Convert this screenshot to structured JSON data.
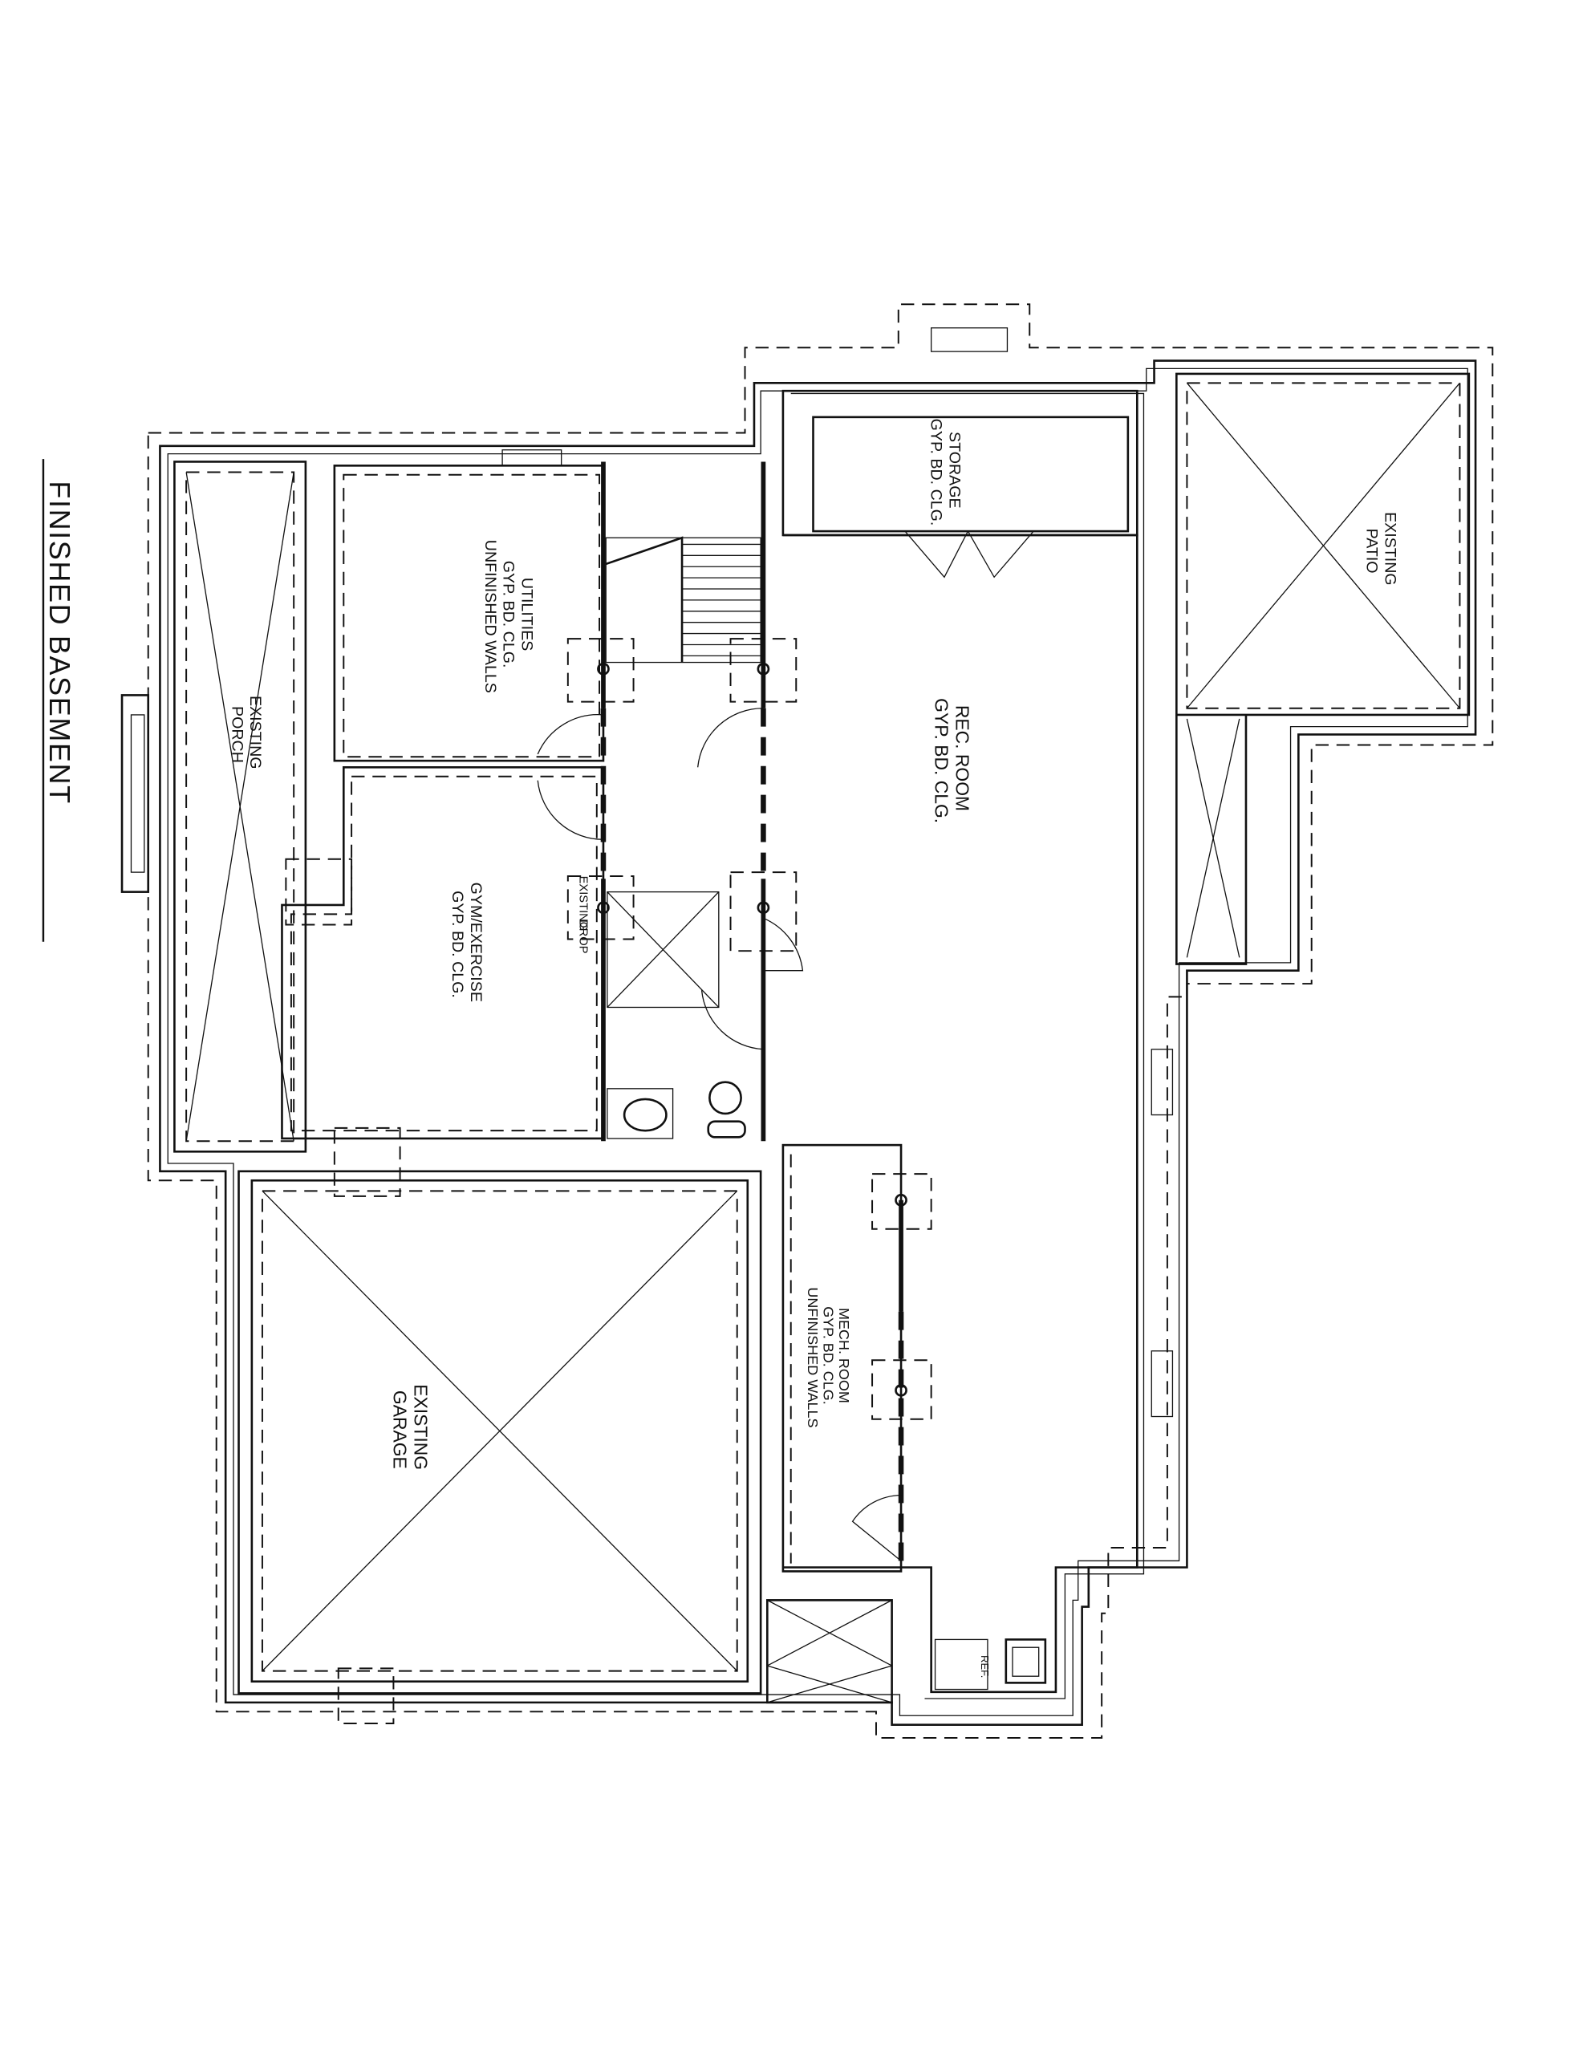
{
  "title": "FINISHED BASEMENT",
  "rooms": {
    "porch": [
      "EXISTING",
      "PORCH"
    ],
    "utilities": [
      "UTILITIES",
      "GYP. BD. CLG.",
      "UNFINISHED WALLS"
    ],
    "gym": [
      "GYM/EXERCISE",
      "GYP. BD. CLG."
    ],
    "storage": [
      "STORAGE",
      "GYP. BD. CLG."
    ],
    "rec": [
      "REC. ROOM",
      "GYP. BD. CLG."
    ],
    "patio": [
      "EXISTING",
      "PATIO"
    ],
    "drop": [
      "EXISTING",
      "DROP"
    ],
    "mech": [
      "MECH. ROOM",
      "GYP. BD. CLG.",
      "UNFINISHED WALLS"
    ],
    "garage": [
      "EXISTING",
      "GARAGE"
    ],
    "ref": "REF."
  }
}
